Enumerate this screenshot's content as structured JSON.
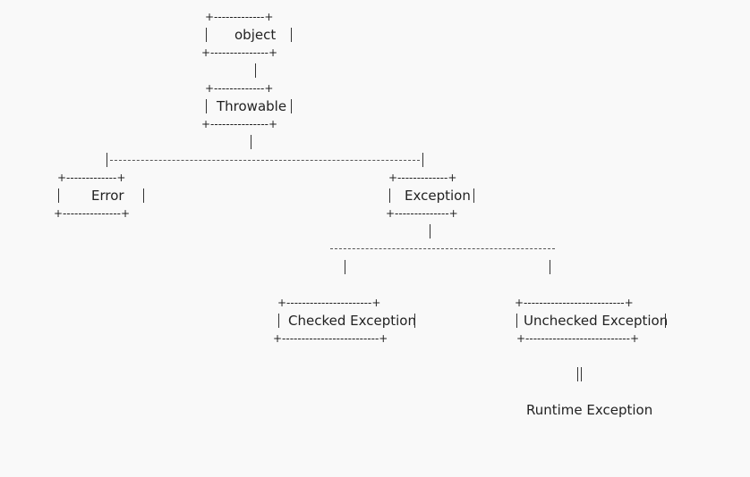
{
  "diagram": {
    "nodes": {
      "object": {
        "label": "object"
      },
      "throwable": {
        "label": "Throwable"
      },
      "error": {
        "label": "Error"
      },
      "exception": {
        "label": "Exception"
      },
      "checked": {
        "label": "Checked Exception"
      },
      "unchecked": {
        "label": "Unchecked Exception"
      },
      "runtime": {
        "label": "Runtime Exception"
      }
    },
    "borders": {
      "object_top": "+-------------+",
      "object_bottom": "+---------------+",
      "throwable_top": "+-------------+",
      "throwable_bottom": "+---------------+",
      "branch_line": "|------------------------------------------------------------|",
      "error_top": "+-------------+",
      "error_bottom": "+---------------+",
      "exception_top": "+-------------+",
      "exception_bottom": "+--------------+",
      "exception_branch": "-------------------------------------------",
      "checked_top": "+----------------------+",
      "checked_bottom": "+-------------------------+",
      "unchecked_top": "+--------------------------+",
      "unchecked_bottom": "+---------------------------+",
      "double_bar": "||"
    }
  }
}
